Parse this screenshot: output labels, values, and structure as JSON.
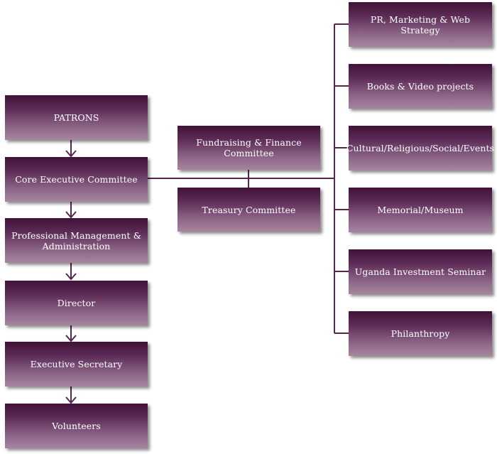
{
  "colors": {
    "box_dark": "#3f1238",
    "box_light": "#a6869f",
    "connector": "#5a2450",
    "text": "#ffffff"
  },
  "chain": [
    "PATRONS",
    "Core Executive Committee",
    "Professional Management & Administration",
    "Director",
    "Executive Secretary",
    "Volunteers"
  ],
  "middle": {
    "fundraising": "Fundraising & Finance Committee",
    "treasury": "Treasury Committee"
  },
  "projects": [
    "PR, Marketing & Web Strategy",
    "Books & Video projects",
    "Cultural/Religious/Social/Events",
    "Memorial/Museum",
    "Uganda Investment Seminar",
    "Philanthropy"
  ]
}
